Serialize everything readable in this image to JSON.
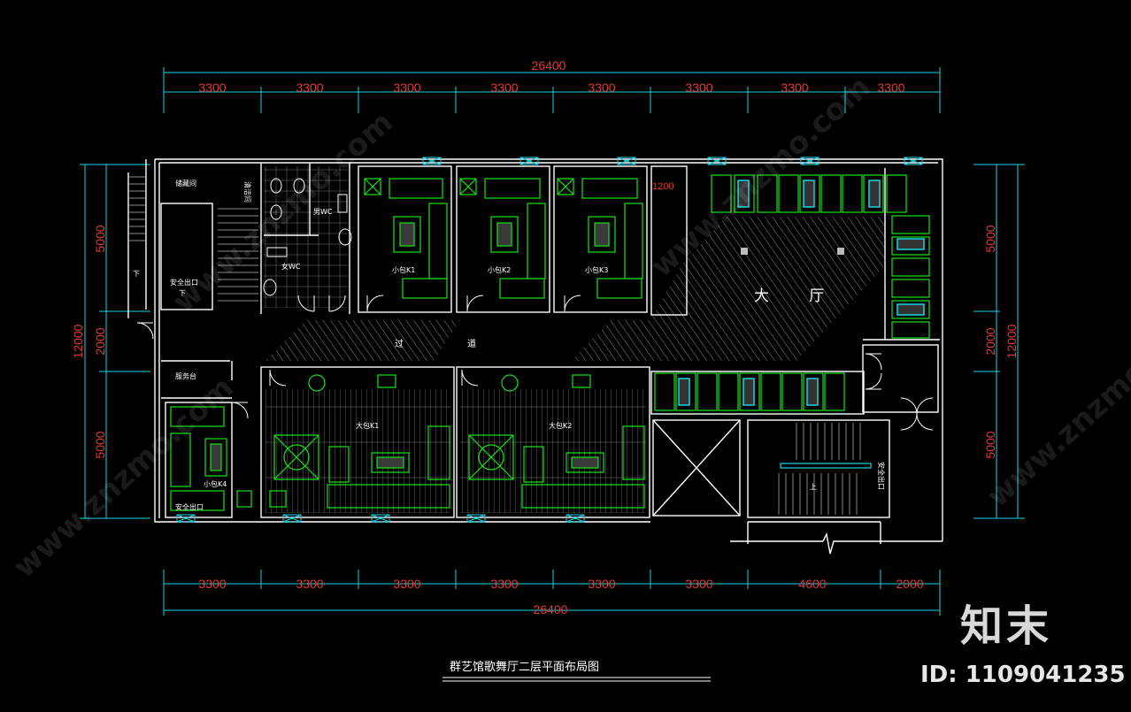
{
  "drawing": {
    "title": "群艺馆歌舞厅二层平面布局图",
    "hall_label": "大 厅",
    "corridor_label_1": "过",
    "corridor_label_2": "道"
  },
  "dimensions": {
    "top_total": "26400",
    "top_segments": [
      "3300",
      "3300",
      "3300",
      "3300",
      "3300",
      "3300",
      "3300",
      "3300"
    ],
    "bottom_total": "26400",
    "bottom_segments": [
      "3300",
      "3300",
      "3300",
      "3300",
      "3300",
      "3300",
      "4600",
      "2000"
    ],
    "left_total": "12000",
    "left_segments": [
      "5000",
      "2000",
      "5000"
    ],
    "right_total": "12000",
    "right_segments": [
      "5000",
      "2000",
      "5000"
    ]
  },
  "rooms": {
    "small_k1": "小包K1",
    "small_k2": "小包K2",
    "small_k3": "小包K3",
    "small_k4": "小包K4",
    "large_k1": "大包K1",
    "large_k2": "大包K2",
    "office": "储藏间",
    "wc_1": "男WC",
    "wc_2": "女WC",
    "stair_exit_1": "安全出口",
    "stair_exit_2": "安全出口",
    "stair_exit_3": "安全出口",
    "down_1": "下",
    "down_2": "下",
    "up": "上",
    "service": "服务台",
    "cleaning": "清洁间",
    "dim_1200": "1200"
  },
  "watermark": {
    "logo": "知末",
    "id": "ID: 1109041235",
    "site": "www.znzmo.com"
  },
  "colors": {
    "wall": "#ffffff",
    "dimension": "#e23a3a",
    "dimension_line": "#19d5e6",
    "furniture": "#16e516",
    "floor_hatch": "#9a9a9a",
    "door": "#ffffff"
  }
}
